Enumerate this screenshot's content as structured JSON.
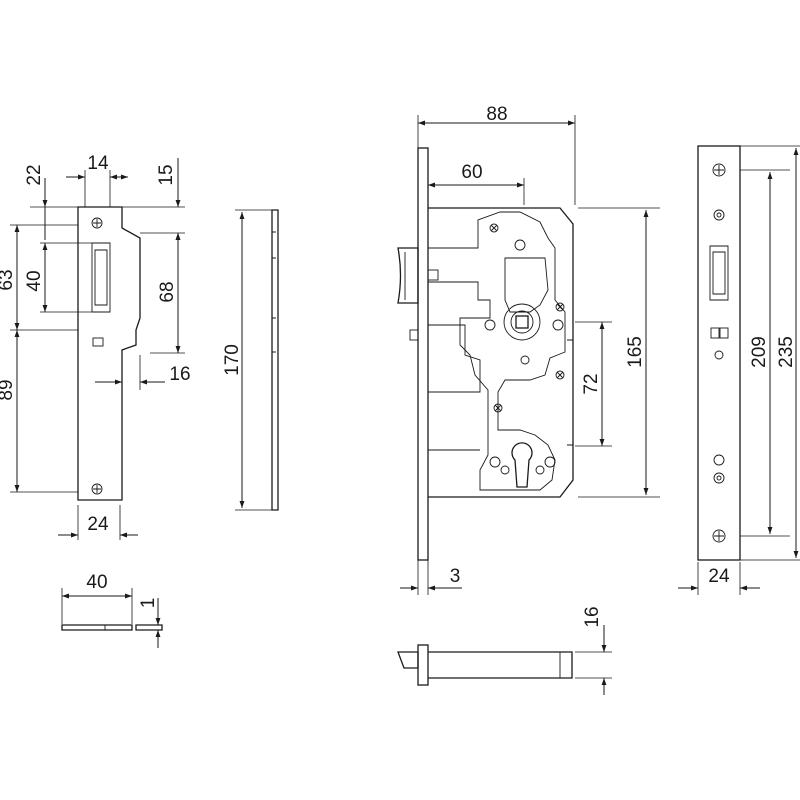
{
  "dimensions": {
    "strike_top_width": "14",
    "strike_top_offset": "22",
    "strike_right_top": "15",
    "strike_upper_height": "40",
    "strike_upper_left": "63",
    "strike_tongue_height": "68",
    "strike_lower_height": "89",
    "strike_tongue_depth": "16",
    "strike_width": "24",
    "strike_side_height": "170",
    "plate_length": "40",
    "plate_thickness": "1",
    "case_depth": "88",
    "backset": "60",
    "case_height": "165",
    "centre_distance": "72",
    "faceplate_thickness": "3",
    "faceplate_hole_distance": "209",
    "faceplate_height": "235",
    "faceplate_width": "24",
    "latch_height": "16"
  }
}
